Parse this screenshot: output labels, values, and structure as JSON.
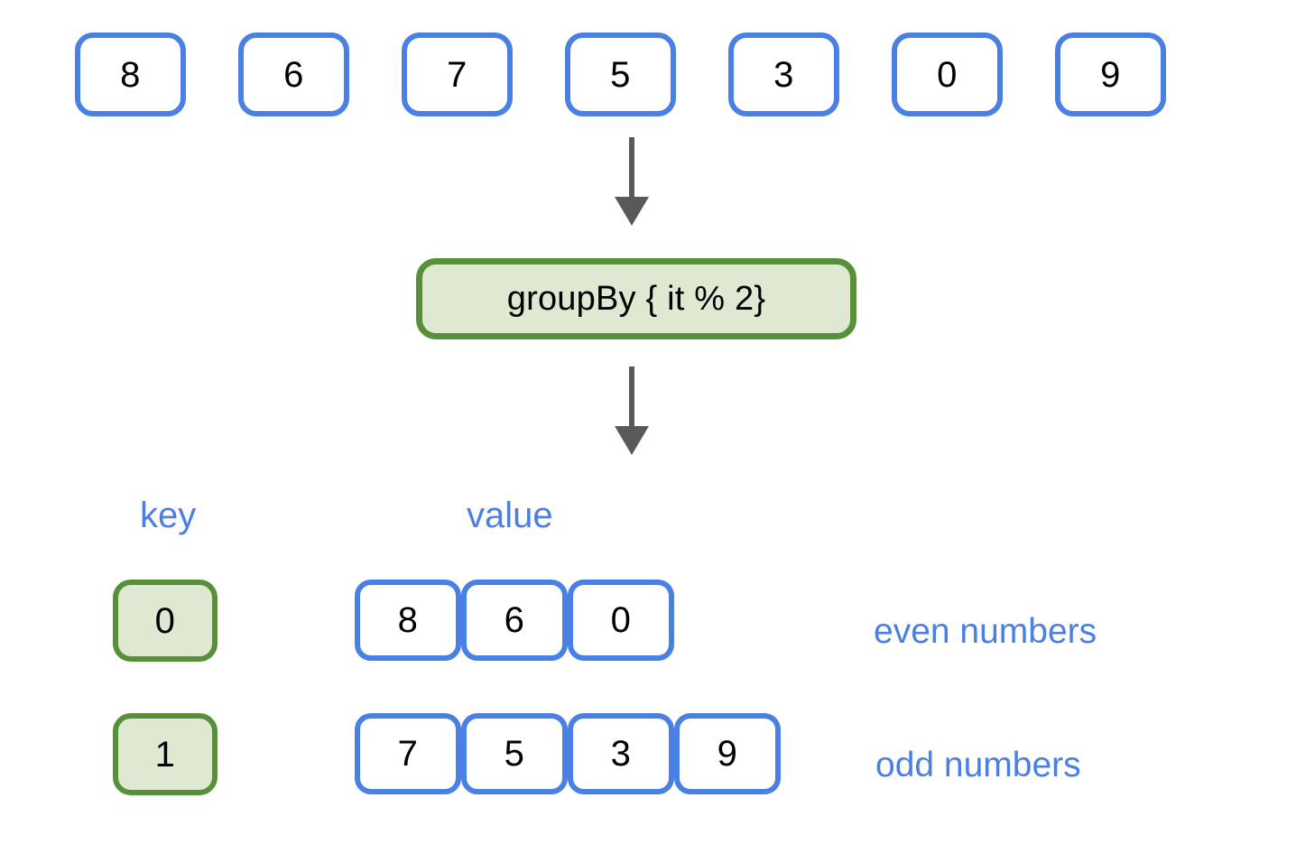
{
  "diagram": {
    "title": "groupBy { it % 2} collection diagram",
    "colors": {
      "blue": "#4a7fe3",
      "green_border": "#58903a",
      "green_fill": "#dfe9d2",
      "arrow": "#595959",
      "digit": "#000000",
      "background": "#ffffff"
    },
    "input_row": {
      "name": "source-collection",
      "items": [
        "8",
        "6",
        "7",
        "5",
        "3",
        "0",
        "9"
      ]
    },
    "operation": {
      "label": "groupBy { it % 2}"
    },
    "arrows": [
      {
        "name": "arrow-input-to-operation"
      },
      {
        "name": "arrow-operation-to-result"
      }
    ],
    "result": {
      "column_headers": {
        "key": "key",
        "value": "value"
      },
      "groups": [
        {
          "key": "0",
          "values": [
            "8",
            "6",
            "0"
          ],
          "annotation": "even numbers"
        },
        {
          "key": "1",
          "values": [
            "7",
            "5",
            "3",
            "9"
          ],
          "annotation": "odd numbers"
        }
      ]
    }
  }
}
